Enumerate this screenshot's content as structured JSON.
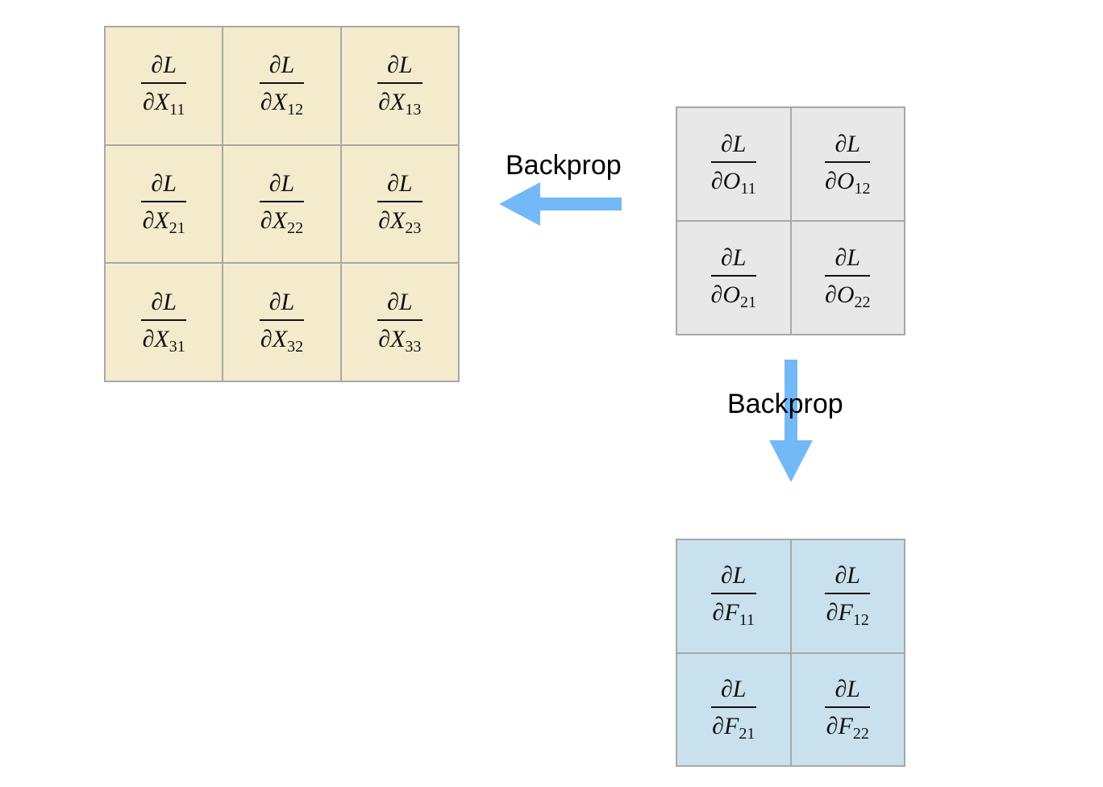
{
  "colors": {
    "input_grad_fill": "#f4ebcc",
    "output_grad_fill": "#e8e8e8",
    "filter_grad_fill": "#c9e1ec",
    "grid_line": "#a8a8a8",
    "arrow": "#74b9f7"
  },
  "input_grad": {
    "rows": [
      [
        {
          "num": "∂L",
          "den": "∂X",
          "sub": "11"
        },
        {
          "num": "∂L",
          "den": "∂X",
          "sub": "12"
        },
        {
          "num": "∂L",
          "den": "∂X",
          "sub": "13"
        }
      ],
      [
        {
          "num": "∂L",
          "den": "∂X",
          "sub": "21"
        },
        {
          "num": "∂L",
          "den": "∂X",
          "sub": "22"
        },
        {
          "num": "∂L",
          "den": "∂X",
          "sub": "23"
        }
      ],
      [
        {
          "num": "∂L",
          "den": "∂X",
          "sub": "31"
        },
        {
          "num": "∂L",
          "den": "∂X",
          "sub": "32"
        },
        {
          "num": "∂L",
          "den": "∂X",
          "sub": "33"
        }
      ]
    ]
  },
  "output_grad": {
    "rows": [
      [
        {
          "num": "∂L",
          "den": "∂O",
          "sub": "11"
        },
        {
          "num": "∂L",
          "den": "∂O",
          "sub": "12"
        }
      ],
      [
        {
          "num": "∂L",
          "den": "∂O",
          "sub": "21"
        },
        {
          "num": "∂L",
          "den": "∂O",
          "sub": "22"
        }
      ]
    ]
  },
  "filter_grad": {
    "rows": [
      [
        {
          "num": "∂L",
          "den": "∂F",
          "sub": "11"
        },
        {
          "num": "∂L",
          "den": "∂F",
          "sub": "12"
        }
      ],
      [
        {
          "num": "∂L",
          "den": "∂F",
          "sub": "21"
        },
        {
          "num": "∂L",
          "den": "∂F",
          "sub": "22"
        }
      ]
    ]
  },
  "arrows": {
    "left_label": "Backprop",
    "down_label": "Backprop"
  }
}
